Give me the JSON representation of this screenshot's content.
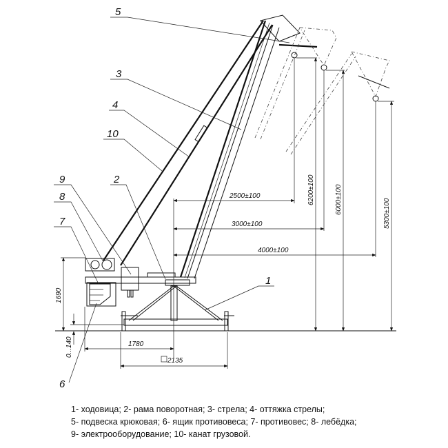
{
  "callouts": {
    "c1": "1",
    "c2": "2",
    "c3": "3",
    "c4": "4",
    "c5": "5",
    "c6": "6",
    "c7": "7",
    "c8": "8",
    "c9": "9",
    "c10": "10"
  },
  "dimensions": {
    "reach_1": "2500±100",
    "reach_2": "3000±100",
    "reach_3": "4000±100",
    "height_1": "6200±100",
    "height_2": "6000±100",
    "height_3": "5300±100",
    "base_height": "1690",
    "ground_clearance": "0...140",
    "tail_radius": "1780",
    "base_square": "2135"
  },
  "legend": [
    "1- ходовица; 2- рама поворотная; 3- стрела; 4- оттяжка стрелы;",
    "5- подвеска крюковая; 6- ящик противовеса; 7- противовес; 8- лебёдка;",
    "9- электрооборудование; 10- канат грузовой."
  ]
}
